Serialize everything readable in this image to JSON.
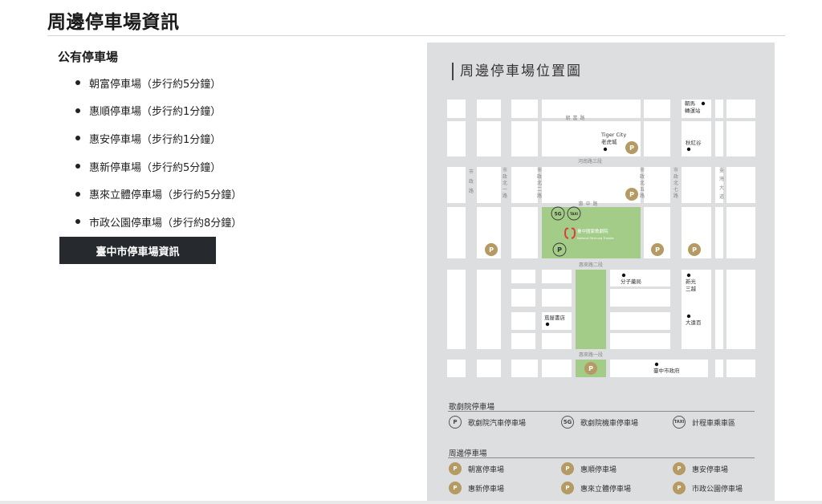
{
  "page": {
    "title": "周邊停車場資訊"
  },
  "public_parking": {
    "heading": "公有停車場",
    "lots": [
      "朝富停車場（步行約5分鐘）",
      "惠順停車場（步行約1分鐘）",
      "惠安停車場（步行約1分鐘）",
      "惠新停車場（步行約5分鐘）",
      "惠來立體停車場（步行約5分鐘）",
      "市政公園停車場（步行約8分鐘）"
    ],
    "info_button": "臺中市停車場資訊"
  },
  "map": {
    "title": "周邊停車場位置圖",
    "roads": {
      "chaofu": "朝富路",
      "henan": "河南路三段",
      "huizhong": "惠中路",
      "huilai2": "惠來路二段",
      "huilai1": "惠來路一段",
      "shizheng": "市政路",
      "shizheng_n1": "市政北一路",
      "shizheng_n2": "市政北二路",
      "shizheng_n5": "市政北五路",
      "shizheng_n7": "市政北七路",
      "taiwan_blvd": "臺灣大道"
    },
    "landmarks": {
      "mrt": "朝馬轉運站",
      "tiger_en": "Tiger City",
      "tiger_zh": "老虎城",
      "qiuhongg": "秋紅谷",
      "molecular": "分子藥局",
      "shinkong": "新光三越",
      "eslite": "蔦屋書店",
      "dayuan": "大遠百",
      "city_hall": "臺中市政府",
      "theater_zh": "臺中國家歌劇院",
      "theater_en": "National Taichung Theater"
    },
    "badges": {
      "moto": "5G",
      "taxi": "TAXI",
      "car": "P"
    }
  },
  "legend": {
    "theater_heading": "歌劇院停車場",
    "theater_items": [
      {
        "icon": "P",
        "label": "歌劇院汽車停車場"
      },
      {
        "icon": "5G",
        "label": "歌劇院機車停車場"
      },
      {
        "icon": "TAXI",
        "label": "計程車乘車區"
      }
    ],
    "nearby_heading": "周邊停車場",
    "nearby_items": [
      {
        "icon": "P",
        "label": "朝富停車場"
      },
      {
        "icon": "P",
        "label": "惠順停車場"
      },
      {
        "icon": "P",
        "label": "惠安停車場"
      },
      {
        "icon": "P",
        "label": "惠新停車場"
      },
      {
        "icon": "P",
        "label": "惠來立體停車場"
      },
      {
        "icon": "P",
        "label": "市政公園停車場"
      }
    ]
  },
  "colors": {
    "gold": "#b59a63",
    "green": "#a3cc88",
    "dark": "#26292e",
    "panel": "#dddee0"
  }
}
